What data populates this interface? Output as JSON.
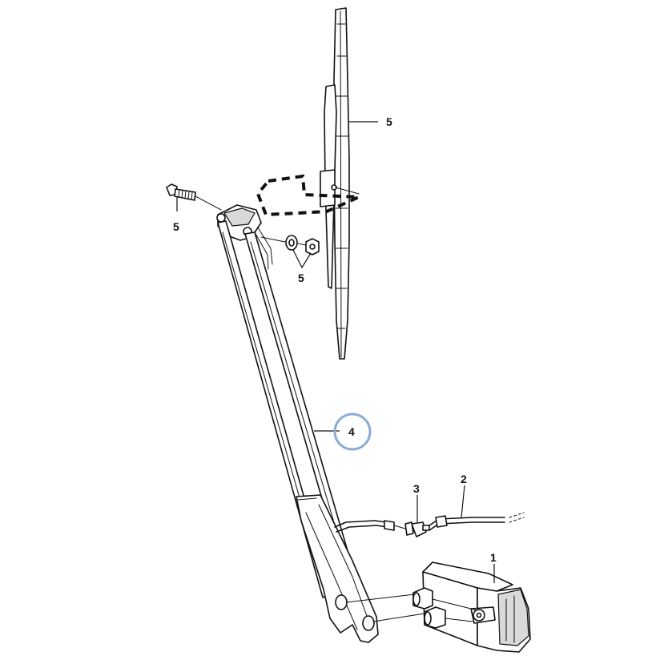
{
  "diagram": {
    "labels": {
      "blade": "5",
      "bolt": "5",
      "washer_nut": "5",
      "arm": "4",
      "connector": "3",
      "cable": "2",
      "motor": "1"
    },
    "highlight_color": "#8aaed6",
    "highlighted_part": "4"
  }
}
